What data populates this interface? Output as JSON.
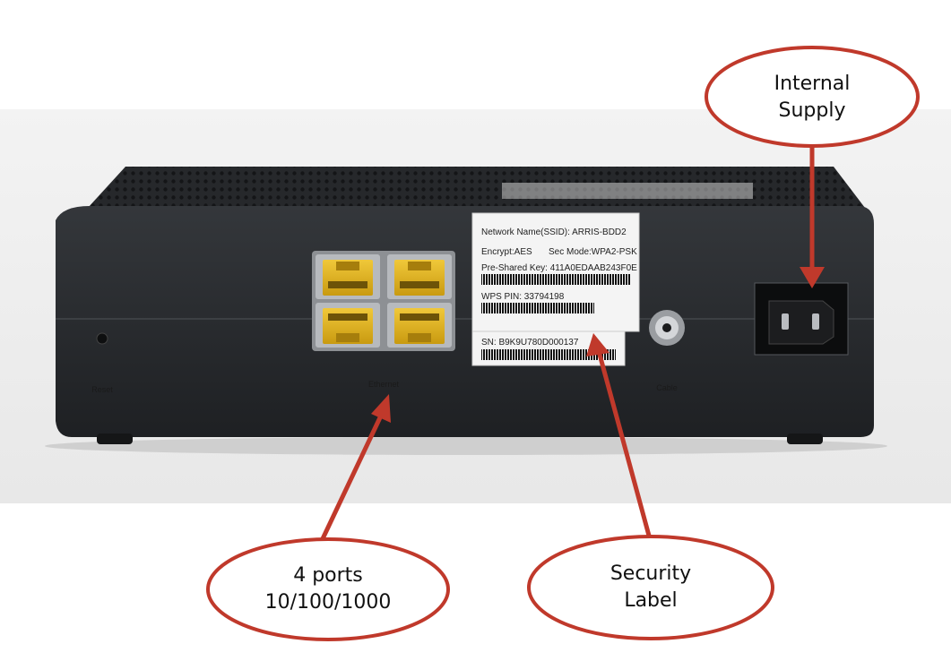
{
  "security_label": {
    "network_name": "Network Name(SSID): ARRIS-BDD2",
    "encrypt": "Encrypt:AES",
    "sec_mode": "Sec Mode:WPA2-PSK",
    "pre_shared_key": "Pre-Shared Key: 411A0EDAAB243F0E",
    "wps_pin": "WPS PIN: 33794198",
    "serial_number": "SN: B9K9U780D000137"
  },
  "device_markings": {
    "reset_label": "Reset",
    "ethernet_label": "Ethernet",
    "cable_label": "Cable"
  },
  "callouts": {
    "internal_supply": {
      "line1": "Internal",
      "line2": "Supply"
    },
    "ports": {
      "line1": "4 ports",
      "line2": "10/100/1000"
    },
    "security": {
      "line1": "Security",
      "line2": "Label"
    }
  },
  "colors": {
    "callout_red": "#c0392b",
    "body_dark": "#2a2c2f",
    "port_yellow": "#e2b81c"
  }
}
